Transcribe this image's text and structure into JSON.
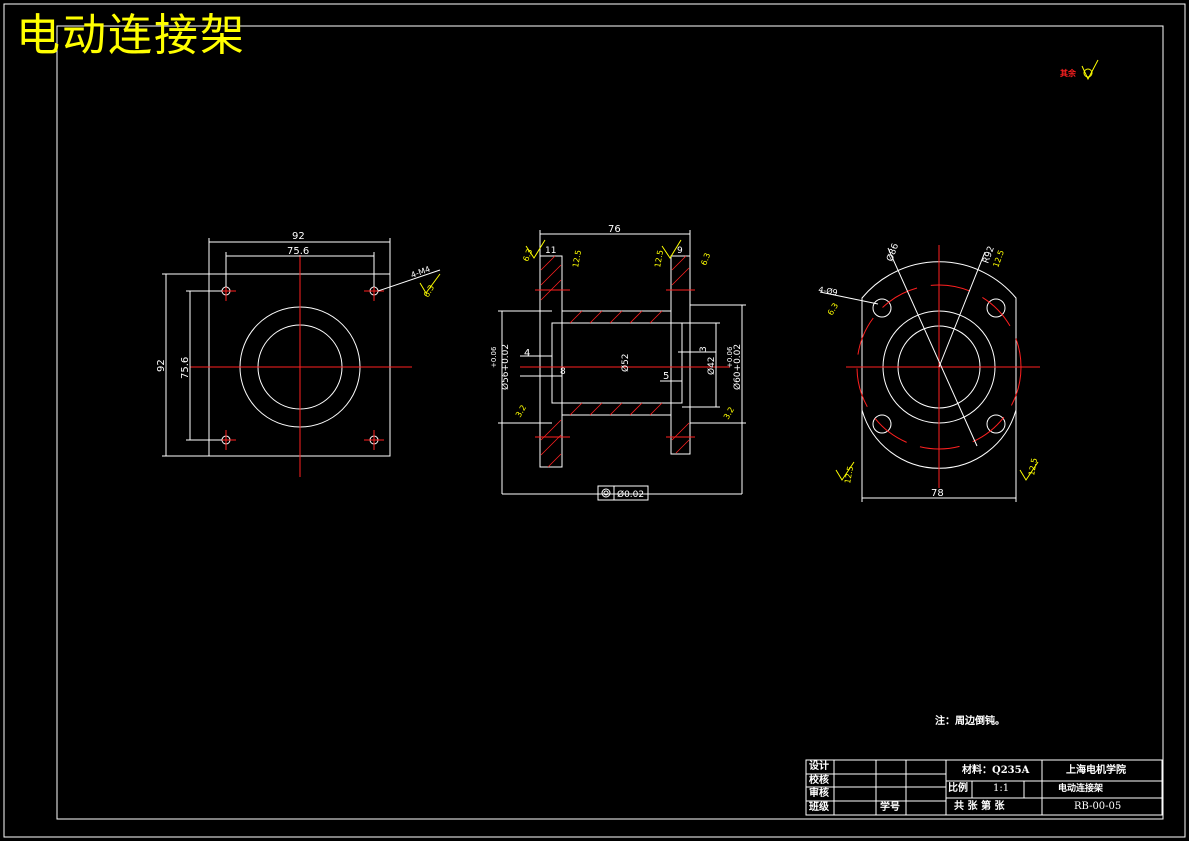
{
  "title": "电动连接架",
  "note": "注：周边倒钝。",
  "misc_roughness": "其余",
  "colors": {
    "bg": "#000000",
    "outline": "#ffffff",
    "center": "#ff2020",
    "dim": "#ffffff",
    "roughness": "#ffff00",
    "title": "#ffff00"
  },
  "title_block": {
    "role_design": "设计",
    "role_proof": "校核",
    "role_review": "审核",
    "role_class": "班级",
    "role_id": "学号",
    "material": "材料：Q235A",
    "school": "上海电机学院",
    "scale_label": "比例",
    "scale_value": "1:1",
    "part_name": "电动连接架",
    "sheets": "共  张   第  张",
    "drawing_no": "RB-00-05"
  },
  "front_view": {
    "dim_width_outer": "92",
    "dim_width_holes": "75.6",
    "dim_height_outer": "92",
    "dim_height_holes": "75.6",
    "thread_callout": "4-M4",
    "roughness": "6.3"
  },
  "section_view": {
    "dim_length": "76",
    "dim_flange_left": "11",
    "dim_flange_right": "9",
    "dim_left_step": "4",
    "dim_left_step2": "8",
    "dim_right_step": "3",
    "dim_right_step2": "5",
    "dim_left_dia": "Ø56+0.02",
    "dim_left_tol": "+0.06",
    "dim_inner_dia": "Ø52",
    "dim_bore_dia": "Ø42",
    "dim_right_dia": "Ø60+0.02",
    "dim_right_tol": "+0.06",
    "roughness_left_a": "6.3",
    "roughness_left_b": "12.5",
    "roughness_right_a": "12.5",
    "roughness_right_b": "6.3",
    "roughness_left_c": "3.2",
    "roughness_right_c": "3.2",
    "concentricity": "Ø0.02"
  },
  "side_view": {
    "dim_pcd1": "Ø86",
    "dim_pcd2": "R92",
    "dim_holes": "4-Ø9",
    "dim_width": "78",
    "roughness_a": "12.5",
    "roughness_b": "6.3",
    "roughness_c": "12.5",
    "roughness_d": "12.5"
  }
}
